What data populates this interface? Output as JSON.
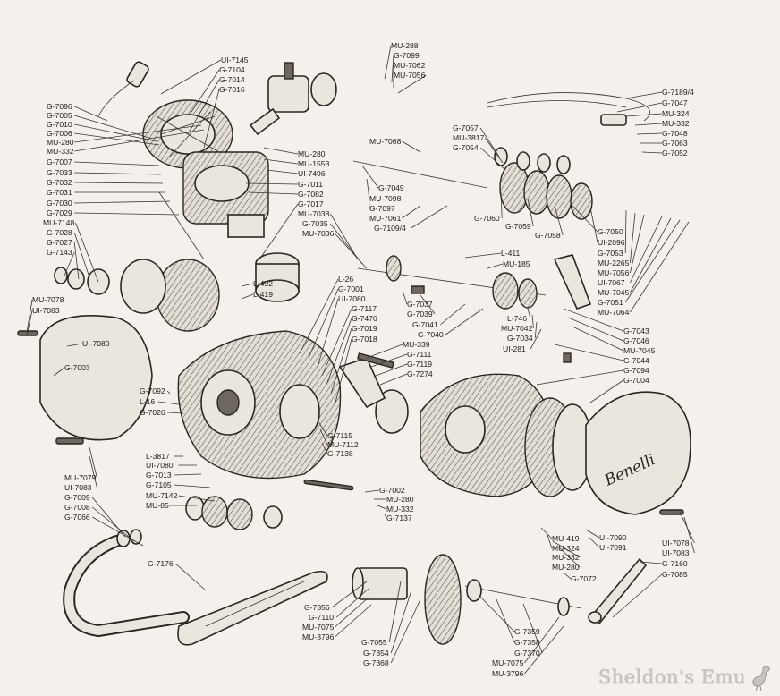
{
  "cover_logo_text": "Benelli",
  "watermark": {
    "text": "Sheldon's Emu",
    "icon": "emu-icon"
  },
  "labels": [
    "UI-7145",
    "G-7104",
    "G-7014",
    "G-7016",
    "G-7096",
    "G-7005",
    "G-7010",
    "G-7006",
    "MU-280",
    "MU-332",
    "G-7007",
    "G-7033",
    "G-7032",
    "G-7031",
    "G-7030",
    "G-7029",
    "MU-7148",
    "G-7028",
    "G-7027",
    "G-7143",
    "MU-280",
    "MU-1553",
    "UI-7496",
    "G-7011",
    "G-7082",
    "G-7017",
    "MU-7038",
    "G-7035",
    "MU-7036",
    "MU-288",
    "G-7099",
    "MU-7062",
    "MU-7056",
    "MU-7068",
    "G-7057",
    "MU-3817",
    "G-7054",
    "G-7049",
    "MU-7098",
    "G-7097",
    "MU-7061",
    "G-7109/4",
    "G-7189/4",
    "G-7047",
    "MU-324",
    "MU-332",
    "G-7048",
    "G-7063",
    "G-7052",
    "G-7060",
    "G-7059",
    "G-7058",
    "G-7050",
    "UI-2096",
    "G-7053",
    "MU-2265",
    "MU-7056",
    "UI-7067",
    "MU-7045",
    "G-7051",
    "MU-7064",
    "L-411",
    "MU-185",
    "MU-7078",
    "UI-7083",
    "UI-7080",
    "G-7003",
    "L-492",
    "L-419",
    "L-26",
    "G-7001",
    "UI-7080",
    "G-7117",
    "G-7476",
    "G-7019",
    "G-7018",
    "MU-339",
    "G-7111",
    "G-7119",
    "G-7274",
    "G-7037",
    "G-7039",
    "G-7041",
    "G-7040",
    "L-746",
    "MU-7042",
    "G-7034",
    "UI-281",
    "G-7043",
    "G-7046",
    "MU-7045",
    "G-7044",
    "G-7094",
    "G-7004",
    "G-7092",
    "L-16",
    "G-7026",
    "L-3817",
    "UI-7080",
    "G-7013",
    "G-7105",
    "MU-7142",
    "MU-85",
    "G-7115",
    "MU-7112",
    "G-7138",
    "MU-7079",
    "UI-7083",
    "G-7009",
    "G-7008",
    "G-7066",
    "G-7002",
    "MU-280",
    "MU-332",
    "G-7137",
    "MU-419",
    "MU-324",
    "MU-332",
    "MU-280",
    "UI-7090",
    "UI-7091",
    "UI-7078",
    "UI-7083",
    "G-7160",
    "G-7085",
    "G-7072",
    "G-7176",
    "G-7356",
    "G-7110",
    "MU-7075",
    "MU-3796",
    "G-7055",
    "G-7354",
    "G-7368",
    "G-7359",
    "G-7358",
    "G-7370",
    "MU-7075",
    "MU-3796"
  ]
}
